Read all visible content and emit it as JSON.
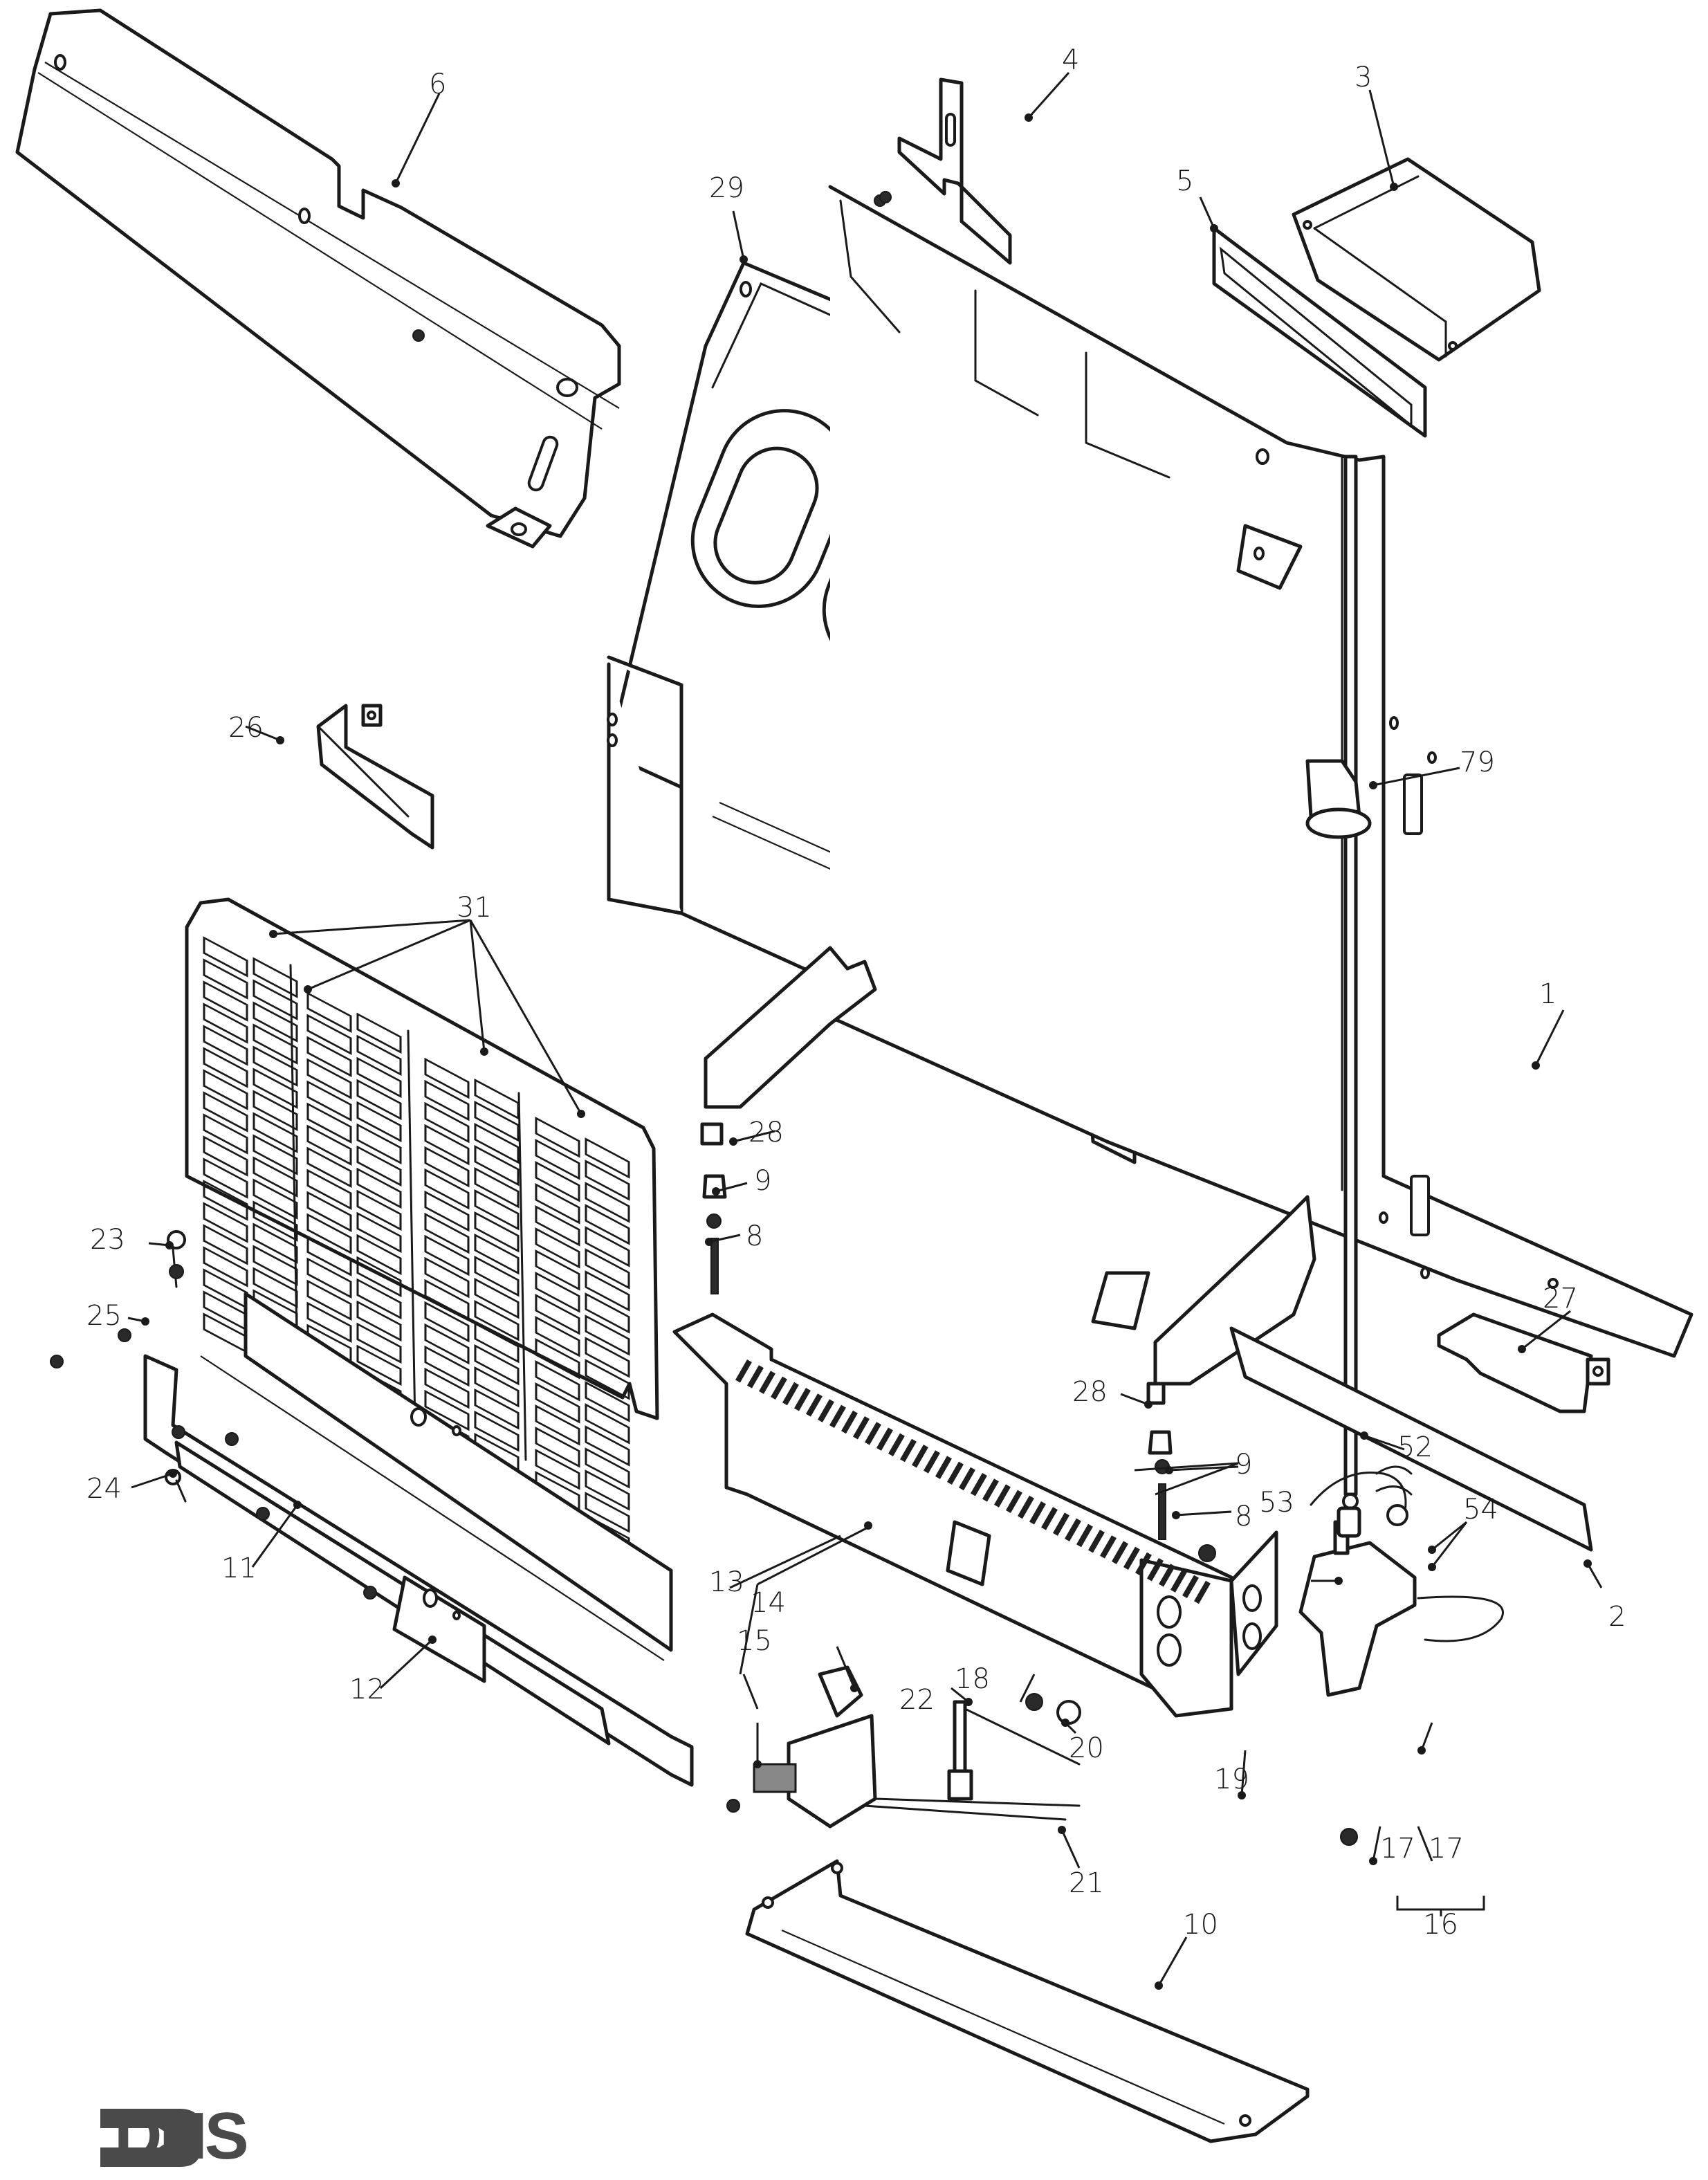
{
  "document": {
    "type": "exploded parts diagram",
    "brand": "DHS",
    "colors": {
      "ink": "#1a1a1a",
      "logo": "#4a4a4a",
      "background": "#ffffff"
    }
  },
  "callouts": [
    {
      "id": "1",
      "label": "1"
    },
    {
      "id": "2",
      "label": "2"
    },
    {
      "id": "3",
      "label": "3"
    },
    {
      "id": "4",
      "label": "4"
    },
    {
      "id": "5",
      "label": "5"
    },
    {
      "id": "6",
      "label": "6"
    },
    {
      "id": "8a",
      "label": "8"
    },
    {
      "id": "8b",
      "label": "8"
    },
    {
      "id": "9a",
      "label": "9"
    },
    {
      "id": "9b",
      "label": "9"
    },
    {
      "id": "10",
      "label": "10"
    },
    {
      "id": "11",
      "label": "11"
    },
    {
      "id": "12",
      "label": "12"
    },
    {
      "id": "13",
      "label": "13"
    },
    {
      "id": "14",
      "label": "14"
    },
    {
      "id": "15",
      "label": "15"
    },
    {
      "id": "16",
      "label": "16"
    },
    {
      "id": "17a",
      "label": "17"
    },
    {
      "id": "17b",
      "label": "17"
    },
    {
      "id": "18",
      "label": "18"
    },
    {
      "id": "19",
      "label": "19"
    },
    {
      "id": "20",
      "label": "20"
    },
    {
      "id": "21",
      "label": "21"
    },
    {
      "id": "22",
      "label": "22"
    },
    {
      "id": "23",
      "label": "23"
    },
    {
      "id": "24",
      "label": "24"
    },
    {
      "id": "25",
      "label": "25"
    },
    {
      "id": "26",
      "label": "26"
    },
    {
      "id": "27",
      "label": "27"
    },
    {
      "id": "28a",
      "label": "28"
    },
    {
      "id": "28b",
      "label": "28"
    },
    {
      "id": "29",
      "label": "29"
    },
    {
      "id": "31",
      "label": "31"
    },
    {
      "id": "52",
      "label": "52"
    },
    {
      "id": "53",
      "label": "53"
    },
    {
      "id": "54",
      "label": "54"
    },
    {
      "id": "79",
      "label": "79"
    }
  ],
  "logo": {
    "text": "DHS",
    "icon": "arrow-right-icon"
  }
}
